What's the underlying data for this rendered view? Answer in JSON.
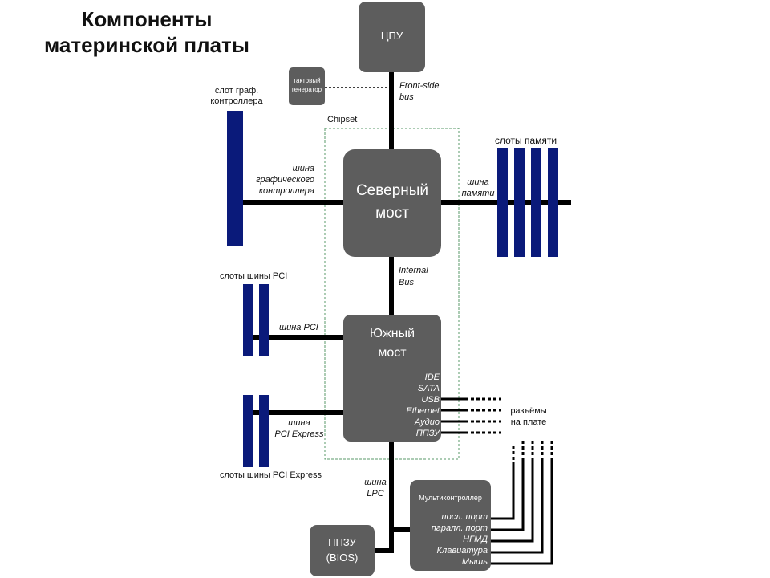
{
  "title": {
    "line1": "Компоненты",
    "line2": "материнской платы"
  },
  "colors": {
    "block": "#5d5d5d",
    "slot": "#0a1a7a",
    "bus": "#000000",
    "chipset_border": "#5a9a6a",
    "background": "#ffffff"
  },
  "cpu": "ЦПУ",
  "clock_gen": {
    "line1": "тактовый",
    "line2": "генератор"
  },
  "fsb": {
    "line1": "Front-side",
    "line2": "bus"
  },
  "chipset": "Chipset",
  "northbridge": {
    "line1": "Северный",
    "line2": "мост"
  },
  "southbridge": {
    "line1": "Южный",
    "line2": "мост",
    "ports": [
      "IDE",
      "SATA",
      "USB",
      "Ethernet",
      "Аудио",
      "ППЗУ"
    ]
  },
  "graphics_slot": {
    "line1": "слот граф.",
    "line2": "контроллера"
  },
  "graphics_bus": {
    "line1": "шина",
    "line2": "графического",
    "line3": "контроллера"
  },
  "memory_slots": "слоты памяти",
  "memory_bus": {
    "line1": "шина",
    "line2": "памяти"
  },
  "internal_bus": {
    "line1": "Internal",
    "line2": "Bus"
  },
  "pci_slots": "слоты шины PCI",
  "pci_bus": "шина PCI",
  "pcie_bus": {
    "line1": "шина",
    "line2": "PCI Express"
  },
  "pcie_slots": "слоты шины PCI Express",
  "onboard_connectors": {
    "line1": "разъёмы",
    "line2": "на плате"
  },
  "lpc_bus": {
    "line1": "шина",
    "line2": "LPC"
  },
  "superio": {
    "title": "Мультиконтроллер",
    "items": [
      "посл. порт",
      "паралл. порт",
      "НГМД",
      "Клавиатура",
      "Мышь"
    ]
  },
  "bios": {
    "line1": "ППЗУ",
    "line2": "(BIOS)"
  }
}
